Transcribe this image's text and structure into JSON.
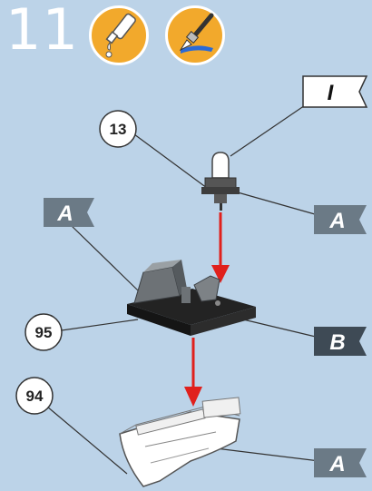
{
  "step": {
    "number": "11"
  },
  "icons": {
    "glue": "glue-tube-icon",
    "paint": "paint-brush-icon"
  },
  "callouts": {
    "c13": "13",
    "c95": "95",
    "c94": "94"
  },
  "flags": {
    "top": "I",
    "bulb": "A",
    "left": "A",
    "base": "B",
    "hull": "A"
  },
  "colors": {
    "background": "#bcd3e8",
    "badge": "#f2a92c",
    "arrow": "#e0201c",
    "flag_gray": "#6b7a86",
    "flag_dark": "#3e4a55"
  }
}
